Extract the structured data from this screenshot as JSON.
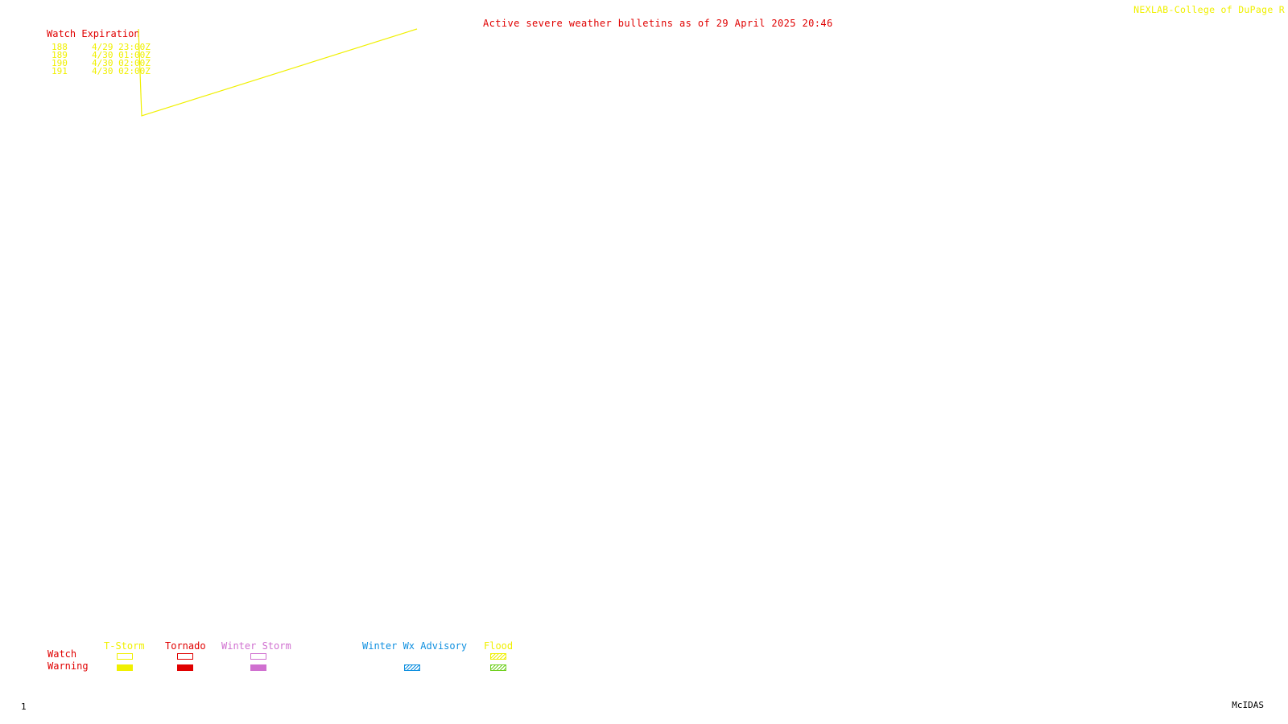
{
  "credit": "NEXLAB-College of DuPage R",
  "title": "Active severe weather bulletins as of 29 April 2025 20:46",
  "watch_table": {
    "header": "Watch Expiration",
    "rows": [
      {
        "number": "188",
        "expiration": "4/29 23:00Z"
      },
      {
        "number": "189",
        "expiration": "4/30 01:00Z"
      },
      {
        "number": "190",
        "expiration": "4/30 02:00Z"
      },
      {
        "number": "191",
        "expiration": "4/30 02:00Z"
      }
    ]
  },
  "legend": {
    "row_labels": {
      "watch": "Watch",
      "warning": "Warning"
    },
    "categories": [
      {
        "name": "T-Storm",
        "color": "#f0f000",
        "watch_style": "outline",
        "warning_style": "filled"
      },
      {
        "name": "Tornado",
        "color": "#e00000",
        "watch_style": "outline",
        "warning_style": "filled"
      },
      {
        "name": "Winter Storm",
        "color": "#d070d0",
        "watch_style": "outline",
        "warning_style": "filled"
      },
      {
        "name": "Winter Wx Advisory",
        "color": "#1090e0",
        "watch_style": "none",
        "warning_style": "hatched"
      },
      {
        "name": "Flood",
        "color": "#f0f000",
        "watch_style": "hatched",
        "warning_style": "hatched",
        "warning_color": "#70d020"
      }
    ]
  },
  "footer": {
    "frame_number": "1",
    "software": "McIDAS"
  },
  "colors": {
    "background": "#ffffff",
    "watch_outline": "#f0f000"
  }
}
